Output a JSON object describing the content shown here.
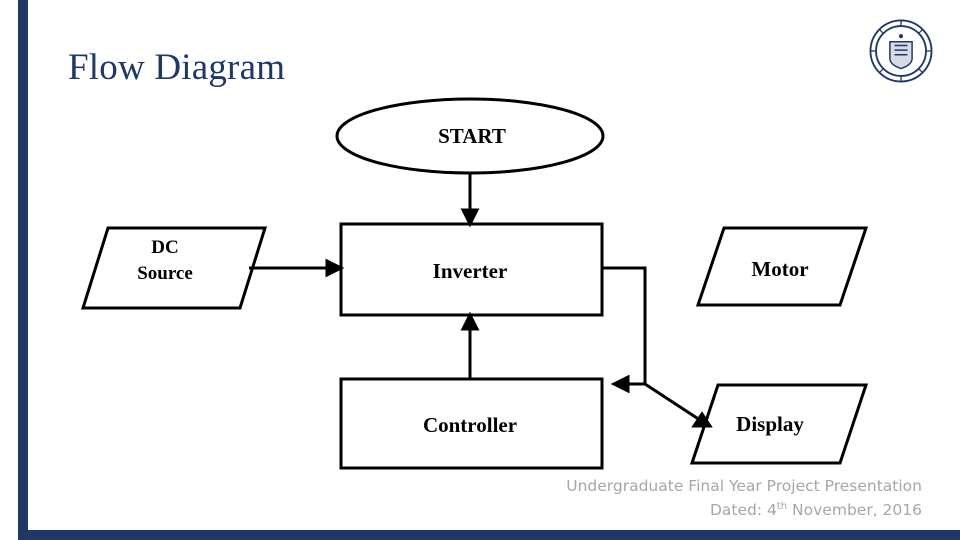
{
  "slide": {
    "title": "Flow Diagram",
    "accent_color": "#1f3864",
    "background_color": "#ffffff",
    "footer": {
      "line1": "Undergraduate Final Year Project Presentation",
      "line2_prefix": "Dated: 4",
      "line2_sup": "th",
      "line2_suffix": " November, 2016",
      "color": "#a6a6a6"
    }
  },
  "logo": {
    "name": "university-crest-logo",
    "color": "#1f3864"
  },
  "chart_data": {
    "type": "diagram",
    "title": "Flow Diagram",
    "nodes": [
      {
        "id": "start",
        "label": "START",
        "shape": "ellipse"
      },
      {
        "id": "dc_source",
        "label": "DC\nSource",
        "shape": "parallelogram"
      },
      {
        "id": "inverter",
        "label": "Inverter",
        "shape": "rectangle"
      },
      {
        "id": "motor",
        "label": "Motor",
        "shape": "parallelogram"
      },
      {
        "id": "controller",
        "label": "Controller",
        "shape": "rectangle"
      },
      {
        "id": "display",
        "label": "Display",
        "shape": "parallelogram"
      }
    ],
    "edges": [
      {
        "from": "start",
        "to": "inverter"
      },
      {
        "from": "dc_source",
        "to": "inverter"
      },
      {
        "from": "inverter",
        "to": "motor"
      },
      {
        "from": "controller",
        "to": "inverter"
      },
      {
        "from": "motor",
        "to": "display"
      }
    ]
  },
  "labels": {
    "start": "START",
    "dc_source_line1": "DC",
    "dc_source_line2": "Source",
    "inverter": "Inverter",
    "motor": "Motor",
    "controller": "Controller",
    "display": "Display"
  }
}
